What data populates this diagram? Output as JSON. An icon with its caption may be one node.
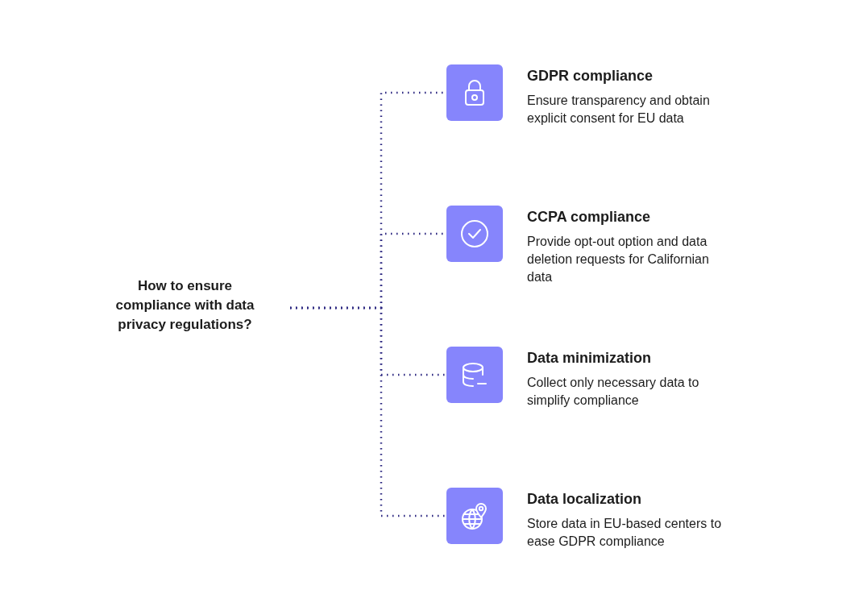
{
  "diagram": {
    "nodes": [
      {
        "text": [
          "How to ensure compliance with data privacy regulations?"
        ]
      },
      {
        "text": [
          "GDPR compliance",
          "Ensure transparency and obtain explicit consent for EU data"
        ]
      },
      {
        "text": [
          "CCPA compliance",
          "Provide opt-out option and data deletion requests for Californian data"
        ]
      },
      {
        "text": [
          "Data minimization",
          "Collect only necessary data to simplify compliance"
        ]
      },
      {
        "text": [
          "Data localization",
          "Store data in EU-based centers to ease GDPR compliance"
        ]
      }
    ],
    "edges": [
      {
        "from": 0,
        "to": 1,
        "arrow": "none",
        "style": "dashed"
      },
      {
        "from": 0,
        "to": 2,
        "arrow": "none",
        "style": "dashed"
      },
      {
        "from": 0,
        "to": 3,
        "arrow": "none",
        "style": "dashed"
      },
      {
        "from": 0,
        "to": 4,
        "arrow": "none",
        "style": "dashed"
      }
    ]
  }
}
